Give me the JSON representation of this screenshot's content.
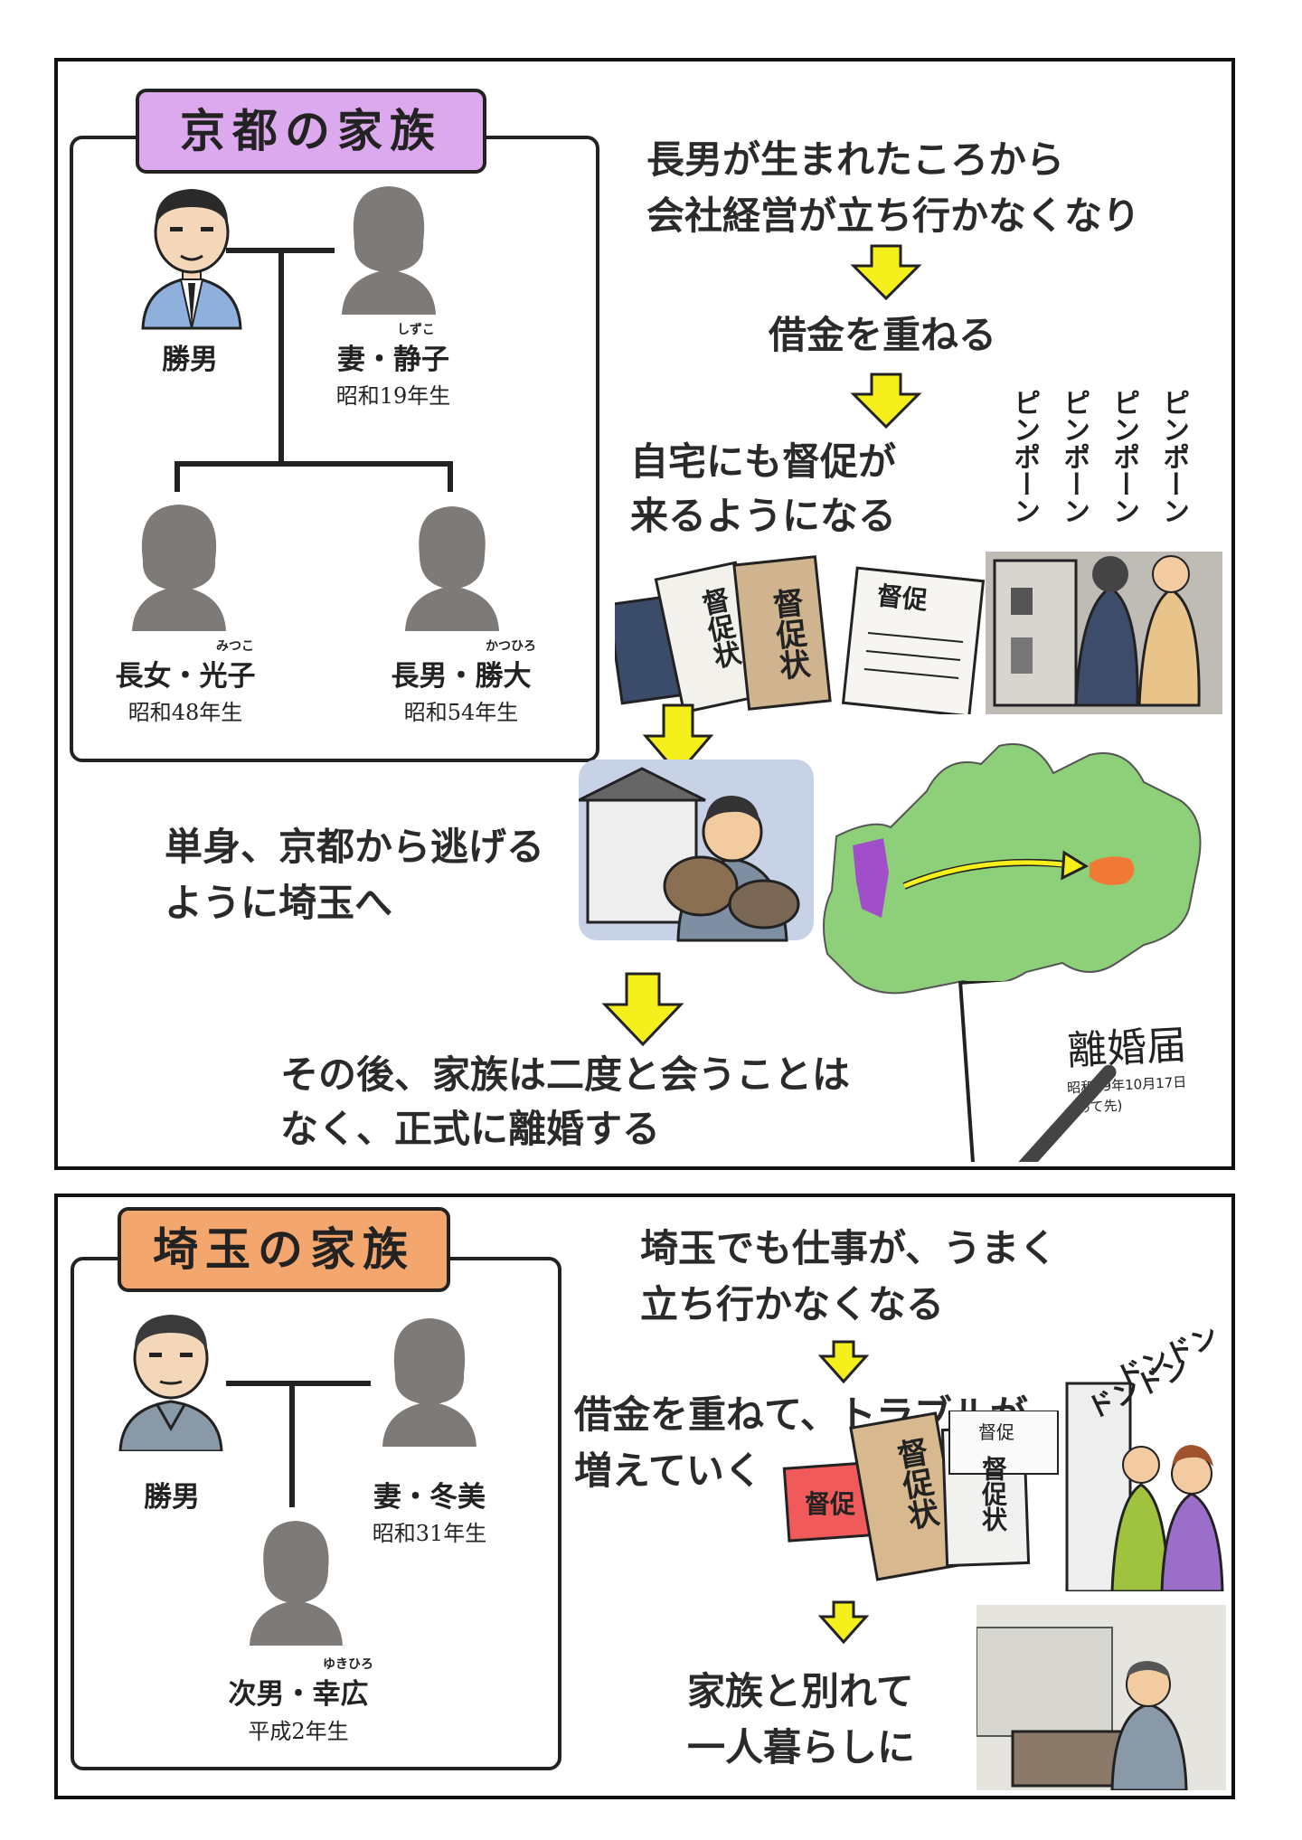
{
  "kyoto": {
    "title": "京都の家族",
    "members": {
      "father": {
        "name": "勝男"
      },
      "wife": {
        "name": "妻・静子",
        "ruby": "しずこ",
        "birth": "昭和19年生"
      },
      "daughter": {
        "name": "長女・光子",
        "ruby": "みつこ",
        "birth": "昭和48年生"
      },
      "son": {
        "name": "長男・勝大",
        "ruby": "かつひろ",
        "birth": "昭和54年生"
      }
    },
    "story": {
      "step1_line1": "長男が生まれたころから",
      "step1_line2": "会社経営が立ち行かなくなり",
      "step2": "借金を重ねる",
      "step3_line1": "自宅にも督促が",
      "step3_line2": "来るようになる",
      "step4_line1": "単身、京都から逃げる",
      "step4_line2": "ように埼玉へ",
      "step5_line1": "その後、家族は二度と会うことは",
      "step5_line2": "なく、正式に離婚する"
    },
    "sfx": [
      "ピンポーン",
      "ピンポーン",
      "ピンポーン",
      "ピンポーン"
    ],
    "notices": [
      "督促状",
      "督促状",
      "督促"
    ],
    "divorce": {
      "title": "離婚届",
      "note1": "昭和59年10月17日",
      "note2": "(あて先)"
    }
  },
  "saitama": {
    "title": "埼玉の家族",
    "members": {
      "father": {
        "name": "勝男"
      },
      "wife": {
        "name": "妻・冬美",
        "birth": "昭和31年生"
      },
      "son": {
        "name": "次男・幸広",
        "ruby": "ゆきひろ",
        "birth": "平成2年生"
      }
    },
    "story": {
      "step1_line1": "埼玉でも仕事が、うまく",
      "step1_line2": "立ち行かなくなる",
      "step2_line1": "借金を重ねて、トラブルが",
      "step2_line2": "増えていく",
      "step3_line1": "家族と別れて",
      "step3_line2": "一人暮らしに"
    },
    "sfx": [
      "ドンドン",
      "ドンドン"
    ],
    "notices": [
      "督促",
      "督促状",
      "督促状",
      "督促"
    ]
  },
  "colors": {
    "kyoto_tab": "#dca8ee",
    "saitama_tab": "#f3a66e",
    "arrow": "#f5ef1c",
    "silhouette": "#7d7a77",
    "map_land": "#8ed07a",
    "map_kyoto": "#a04fc9",
    "map_saitama": "#f07a35",
    "suit": "#8fb0dc"
  }
}
